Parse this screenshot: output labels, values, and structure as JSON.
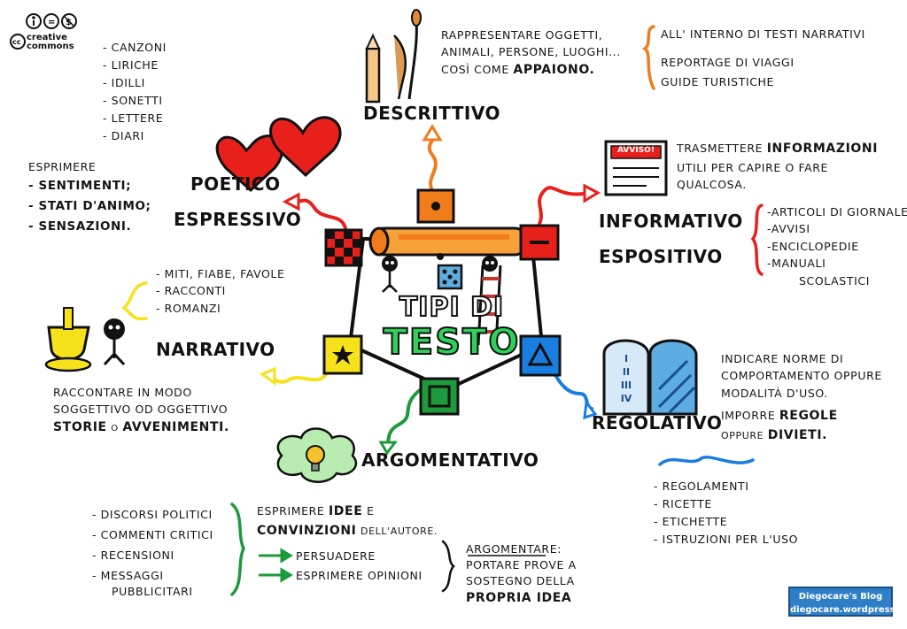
{
  "license": {
    "label_line1": "creative",
    "label_line2": "commons",
    "cc_mark": "cc"
  },
  "center": {
    "title_line1": "TIPI DI",
    "title_line2": "TESTO"
  },
  "descrittivo": {
    "heading": "DESCRITTIVO",
    "desc": [
      "RAPPRESENTARE OGGETTI,",
      "ANIMALI, PERSONE, LUOGHI...",
      "COSÌ COME"
    ],
    "desc_emph": "APPAIONO.",
    "examples": [
      "ALL' INTERNO DI TESTI NARRATIVI",
      "REPORTAGE DI VIAGGI",
      "GUIDE TURISTICHE"
    ]
  },
  "poetico": {
    "heading_line1": "POETICO",
    "heading_line2": "ESPRESSIVO",
    "examples": [
      "- CANZONI",
      "- LIRICHE",
      "- IDILLI",
      "- SONETTI",
      "- LETTERE",
      "- DIARI"
    ],
    "intro": "ESPRIMERE",
    "points": [
      "SENTIMENTI;",
      "STATI D'ANIMO;",
      "SENSAZIONI."
    ]
  },
  "informativo": {
    "heading_line1": "INFORMATIVO",
    "heading_line2": "ESPOSITIVO",
    "sign": "AVVISO!",
    "desc_start": "TRASMETTERE",
    "desc_emph": "INFORMAZIONI",
    "desc_rest": [
      "UTILI PER CAPIRE O FARE",
      "QUALCOSA."
    ],
    "examples": [
      "ARTICOLI DI GIORNALE",
      "AVVISI",
      "ENCICLOPEDIE",
      "MANUALI",
      "SCOLASTICI"
    ]
  },
  "narrativo": {
    "heading": "NARRATIVO",
    "examples": [
      "- MITI, FIABE, FAVOLE",
      "- RACCONTI",
      "- ROMANZI"
    ],
    "desc": [
      "RACCONTARE IN MODO",
      "SOGGETTIVO OD OGGETTIVO"
    ],
    "desc_emph1": "STORIE",
    "desc_mid": "O",
    "desc_emph2": "AVVENIMENTI."
  },
  "regolativo": {
    "heading": "REGOLATIVO",
    "desc": [
      "INDICARE NORME DI",
      "COMPORTAMENTO OPPURE",
      "MODALITÀ D'USO."
    ],
    "desc2_start": "IMPORRE",
    "desc2_emph1": "REGOLE",
    "desc2_mid": "OPPURE",
    "desc2_emph2": "DIVIETI.",
    "tablet_numerals": [
      "I",
      "II",
      "III",
      "IV"
    ],
    "examples": [
      "- REGOLAMENTI",
      "- RICETTE",
      "- ETICHETTE",
      "- ISTRUZIONI PER L'USO"
    ]
  },
  "argomentativo": {
    "heading": "ARGOMENTATIVO",
    "examples": [
      "- DISCORSI POLITICI",
      "- COMMENTI CRITICI",
      "- RECENSIONI",
      "- MESSAGGI",
      "PUBBLICITARI"
    ],
    "desc_start": "ESPRIMERE",
    "desc_emph1": "IDEE",
    "desc_mid": "E",
    "desc_emph2": "CONVINZIONI",
    "desc_end": "DELL'AUTORE.",
    "goals": [
      "PERSUADERE",
      "ESPRIMERE OPINIONI"
    ],
    "def_title": "ARGOMENTARE:",
    "def_lines": [
      "PORTARE PROVE A",
      "SOSTEGNO DELLA"
    ],
    "def_emph": "PROPRIA IDEA"
  },
  "blog": {
    "line1": "Diegocare's Blog",
    "line2": "diegocare.wordpress.com"
  },
  "colors": {
    "orange": "#f07c1b",
    "red": "#e8201c",
    "yellow": "#f6e21a",
    "blue": "#1a7de0",
    "green": "#1d9a3c",
    "ink": "#111111"
  }
}
